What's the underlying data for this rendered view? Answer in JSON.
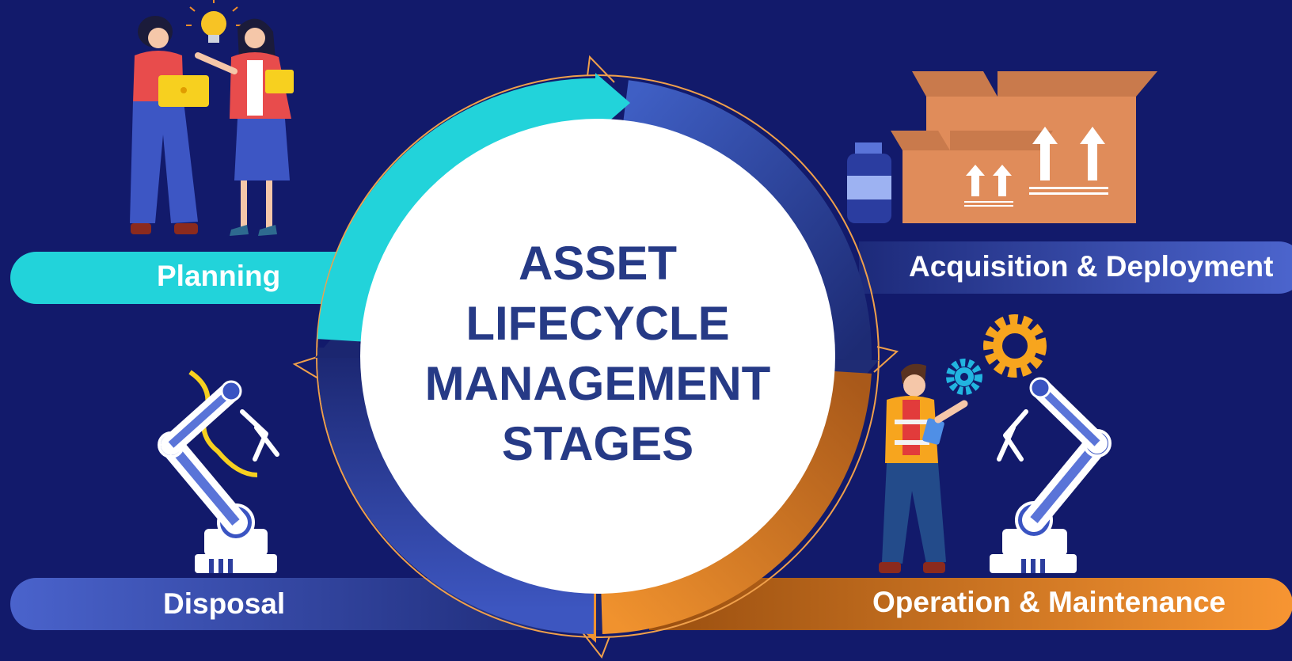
{
  "title_lines": [
    "ASSET",
    "LIFECYCLE",
    "MANAGEMENT",
    "STAGES"
  ],
  "stages": {
    "planning": "Planning",
    "acquisition": "Acquisition & Deployment",
    "operation": "Operation & Maintenance",
    "disposal": "Disposal"
  },
  "colors": {
    "background": "#121a6b",
    "planning": "#22d3da",
    "acquisition": "#4a62c9",
    "operation": "#f28e2b",
    "disposal": "#3f57c4",
    "title": "#263a86",
    "outline": "#f0a04b"
  }
}
